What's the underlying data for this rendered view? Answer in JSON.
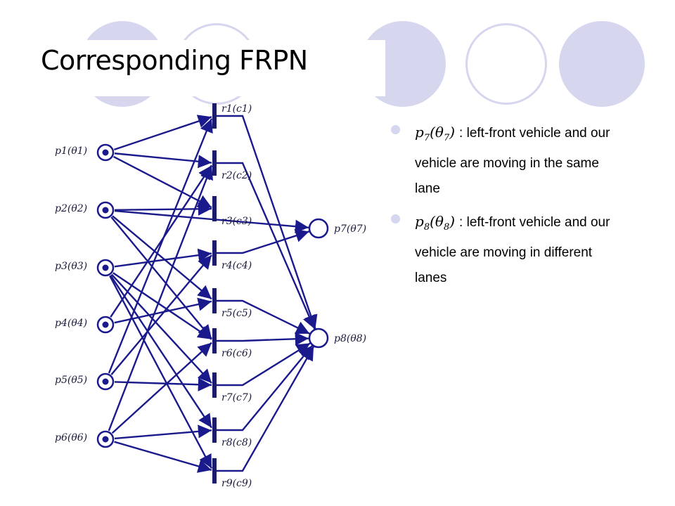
{
  "title": "Corresponding FRPN",
  "colors": {
    "accent": "#d6d6ee",
    "edge": "#1a1a8c",
    "node": "#1a1a8c",
    "bar": "#1a1a6e"
  },
  "bullets": [
    {
      "symbol": "p",
      "sub": "7",
      "arg": "θ",
      "argsub": "7",
      "text": ": left-front vehicle and our vehicle are moving in the same lane"
    },
    {
      "symbol": "p",
      "sub": "8",
      "arg": "θ",
      "argsub": "8",
      "text": ": left-front vehicle and our vehicle are moving in different  lanes"
    }
  ],
  "diagram": {
    "places": [
      {
        "id": "p1",
        "label": "p1(θ1)"
      },
      {
        "id": "p2",
        "label": "p2(θ2)"
      },
      {
        "id": "p3",
        "label": "p3(θ3)"
      },
      {
        "id": "p4",
        "label": "p4(θ4)"
      },
      {
        "id": "p5",
        "label": "p5(θ5)"
      },
      {
        "id": "p6",
        "label": "p6(θ6)"
      },
      {
        "id": "p7",
        "label": "p7(θ7)"
      },
      {
        "id": "p8",
        "label": "p8(θ8)"
      }
    ],
    "transitions": [
      {
        "id": "r1",
        "label": "r1(c1)"
      },
      {
        "id": "r2",
        "label": "r2(c2)"
      },
      {
        "id": "r3",
        "label": "r3(c3)"
      },
      {
        "id": "r4",
        "label": "r4(c4)"
      },
      {
        "id": "r5",
        "label": "r5(c5)"
      },
      {
        "id": "r6",
        "label": "r6(c6)"
      },
      {
        "id": "r7",
        "label": "r7(c7)"
      },
      {
        "id": "r8",
        "label": "r8(c8)"
      },
      {
        "id": "r9",
        "label": "r9(c9)"
      }
    ],
    "arcs": [
      [
        "p1",
        "r1"
      ],
      [
        "p1",
        "r2"
      ],
      [
        "p1",
        "r3"
      ],
      [
        "p2",
        "r3"
      ],
      [
        "p2",
        "r5"
      ],
      [
        "p2",
        "r6"
      ],
      [
        "p2",
        "p7"
      ],
      [
        "p3",
        "r4"
      ],
      [
        "p3",
        "r6"
      ],
      [
        "p3",
        "r7"
      ],
      [
        "p3",
        "r8"
      ],
      [
        "p3",
        "r9"
      ],
      [
        "p4",
        "r2"
      ],
      [
        "p4",
        "r5"
      ],
      [
        "p5",
        "r1"
      ],
      [
        "p5",
        "r4"
      ],
      [
        "p5",
        "r7"
      ],
      [
        "p6",
        "r2"
      ],
      [
        "p6",
        "r6"
      ],
      [
        "p6",
        "r8"
      ],
      [
        "p6",
        "r9"
      ],
      [
        "r1",
        "p8"
      ],
      [
        "r2",
        "p8"
      ],
      [
        "r4",
        "p7"
      ],
      [
        "r5",
        "p8"
      ],
      [
        "r6",
        "p8"
      ],
      [
        "r7",
        "p8"
      ],
      [
        "r8",
        "p8"
      ],
      [
        "r9",
        "p8"
      ]
    ]
  }
}
